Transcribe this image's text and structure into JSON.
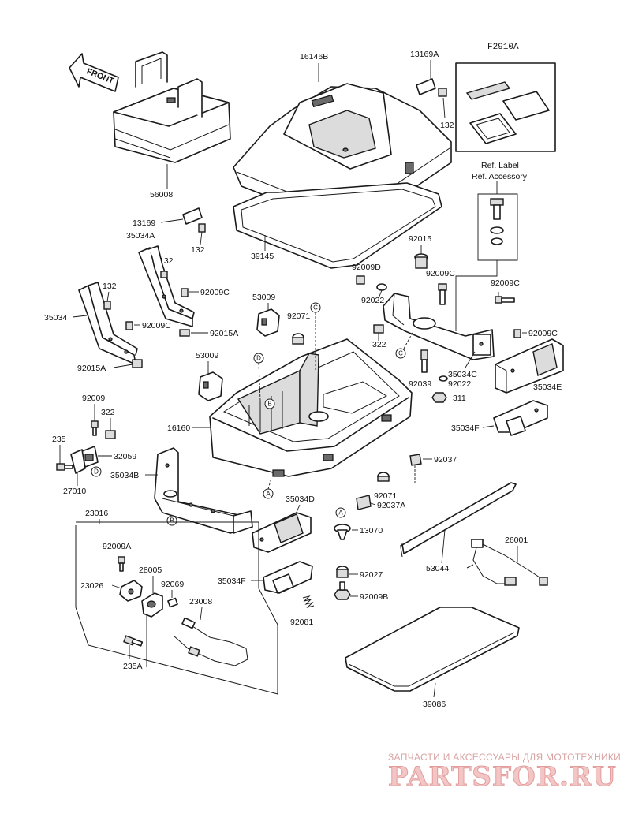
{
  "figure_code": "F2910A",
  "front_arrow": "FRONT",
  "ref_label": "Ref. Label",
  "ref_accessory": "Ref. Accessory",
  "labels": {
    "p16146B": "16146B",
    "p13169A": "13169A",
    "p132a": "132",
    "p56008": "56008",
    "p13169": "13169",
    "p132b": "132",
    "p35034A": "35034A",
    "p132c": "132",
    "p39145": "39145",
    "p92015": "92015",
    "p92009D": "92009D",
    "p92009Ca": "92009C",
    "p92009Cb": "92009C",
    "p132d": "132",
    "p92009Cc": "92009C",
    "p92022a": "92022",
    "p35034": "35034",
    "p53009a": "53009",
    "p92009Cd": "92009C",
    "p92071a": "92071",
    "p92015Aa": "92015A",
    "p92009Ce": "92009C",
    "p322a": "322",
    "p92015Ab": "92015A",
    "p53009b": "53009",
    "p35034C": "35034C",
    "p92022b": "92022",
    "p92039": "92039",
    "p35034E": "35034E",
    "p311": "311",
    "p92009": "92009",
    "p322b": "322",
    "p16160": "16160",
    "p35034F": "35034F",
    "p235": "235",
    "p32059": "32059",
    "p92037": "92037",
    "p27010": "27010",
    "p35034B": "35034B",
    "p92071b": "92071",
    "p35034D": "35034D",
    "p92037A": "92037A",
    "p23016": "23016",
    "p13070": "13070",
    "p26001": "26001",
    "p92009A": "92009A",
    "p28005": "28005",
    "p53044": "53044",
    "p23026": "23026",
    "p92069": "92069",
    "p92027": "92027",
    "p35034Fb": "35034F",
    "p23008": "23008",
    "p92009B": "92009B",
    "p92081": "92081",
    "p235A": "235A",
    "p39086": "39086"
  },
  "callouts": {
    "A": "A",
    "B": "B",
    "C": "C",
    "D": "D"
  },
  "watermark": {
    "tagline": "ЗАПЧАСТИ И АКСЕССУАРЫ ДЛЯ МОТОТЕХНИКИ",
    "brand": "PARTSFOR.RU"
  }
}
